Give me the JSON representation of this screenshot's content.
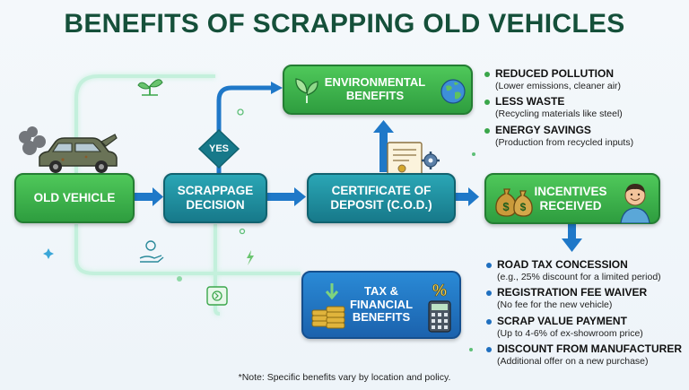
{
  "title": "BENEFITS OF SCRAPPING OLD VEHICLES",
  "flow": {
    "old_vehicle": "OLD VEHICLE",
    "scrappage_line1": "SCRAPPAGE",
    "scrappage_line2": "DECISION",
    "yes": "YES",
    "certificate_line1": "CERTIFICATE OF",
    "certificate_line2": "DEPOSIT (C.O.D.)",
    "environmental_line1": "ENVIRONMENTAL",
    "environmental_line2": "BENEFITS",
    "incentives_line1": "INCENTIVES",
    "incentives_line2": "RECEIVED",
    "tax_line1": "TAX &",
    "tax_line2": "FINANCIAL",
    "tax_line3": "BENEFITS"
  },
  "environmental_list": [
    {
      "head": "REDUCED POLLUTION",
      "sub": "(Lower emissions, cleaner air)"
    },
    {
      "head": "LESS WASTE",
      "sub": "(Recycling materials like steel)"
    },
    {
      "head": "ENERGY SAVINGS",
      "sub": "(Production from recycled inputs)"
    }
  ],
  "incentives_list": [
    {
      "head": "ROAD TAX CONCESSION",
      "sub": "(e.g., 25% discount for a limited period)"
    },
    {
      "head": "REGISTRATION FEE WAIVER",
      "sub": "(No fee for the new vehicle)"
    },
    {
      "head": "SCRAP VALUE PAYMENT",
      "sub": "(Up to 4-6% of ex-showroom price)"
    },
    {
      "head": "DISCOUNT FROM MANUFACTURER",
      "sub": "(Additional offer on a new purchase)"
    }
  ],
  "note": "*Note: Specific benefits vary by location and policy.",
  "colors": {
    "title": "#15503a",
    "green": "#2e9d3f",
    "teal": "#17798a",
    "blue": "#1b62ad",
    "arrow": "#1f78c8",
    "env_bullet": "#3aa64a",
    "inc_bullet": "#1f6fbf"
  },
  "icons": [
    "car-icon",
    "smoke-icon",
    "globe-icon",
    "leaf-icon",
    "certificate-icon",
    "gear-icon",
    "money-bag-icon",
    "person-icon",
    "coins-icon",
    "calculator-icon",
    "percent-icon",
    "hand-coin-icon",
    "lightning-icon",
    "sprout-icon",
    "plug-icon",
    "sparkle-icon"
  ]
}
